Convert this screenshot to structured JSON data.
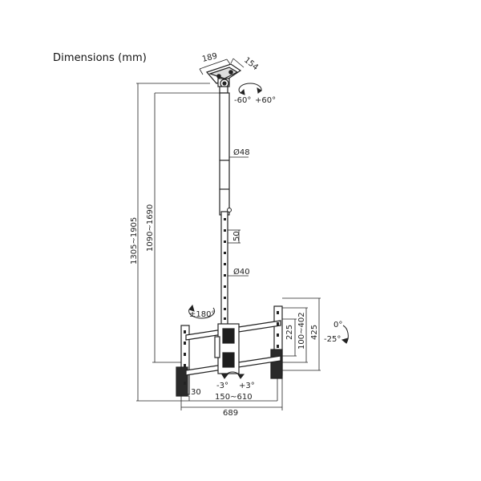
{
  "title": "Dimensions (mm)",
  "dimensions": {
    "base_width": "189",
    "base_depth": "154",
    "swivel_left": "-60°",
    "swivel_right": "+60°",
    "outer_tube_diameter": "Ø48",
    "inner_tube_diameter": "Ø40",
    "hole_pitch": "50",
    "pole_range_inner": "1090~1690",
    "total_height_range": "1305~1905",
    "rotation": "±180°",
    "tilt_up": "0°",
    "tilt_down": "-25°",
    "level_left": "-3°",
    "level_right": "+3°",
    "vesa_vertical": "225",
    "vertical_range": "100~402",
    "bracket_height": "425",
    "horizontal_range": "150~610",
    "bracket_width": "689",
    "edge_offset": "30"
  }
}
